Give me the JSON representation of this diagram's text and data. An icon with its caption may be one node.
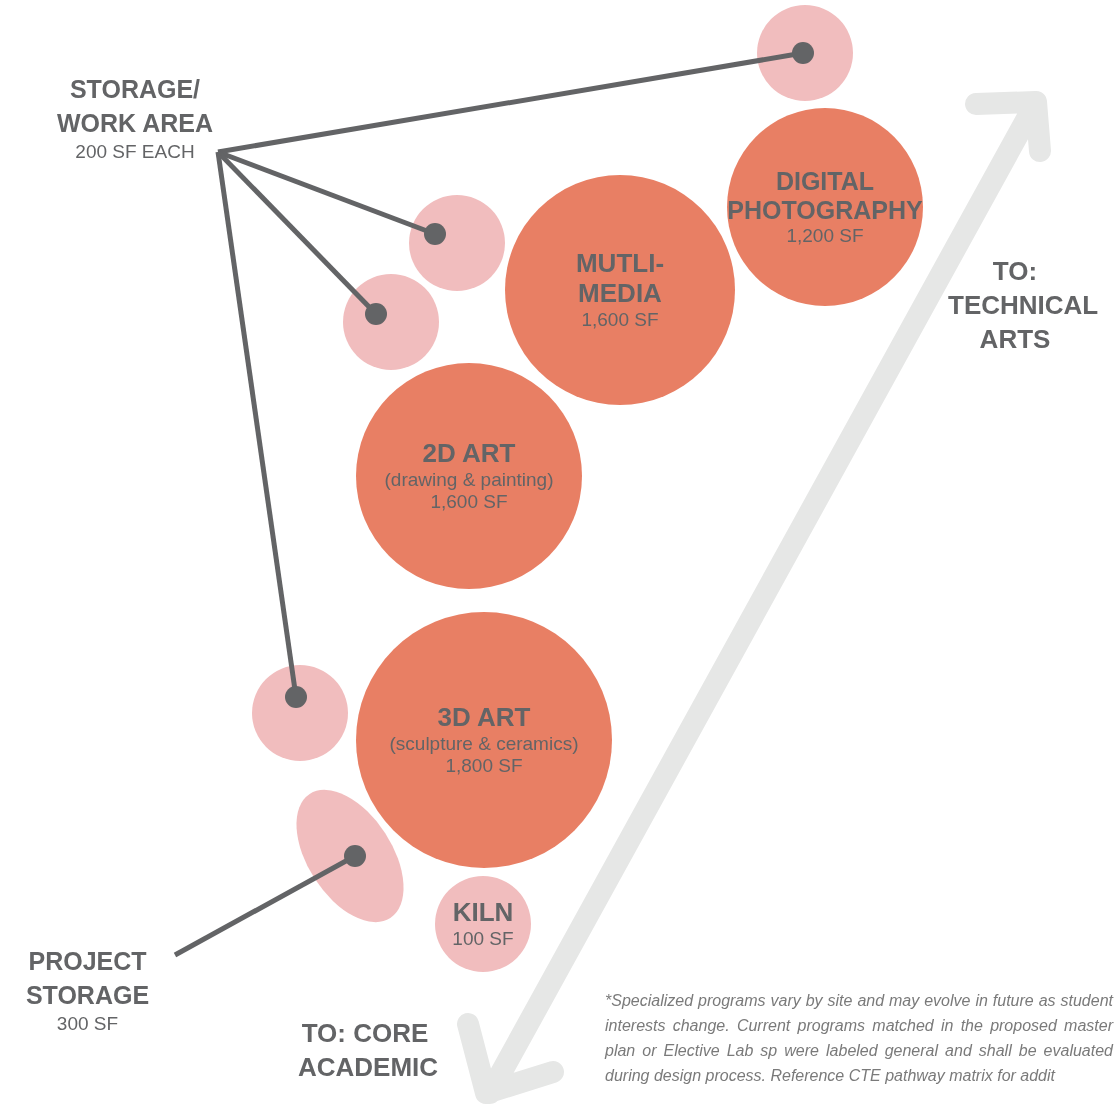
{
  "diagram": {
    "nodes": [
      {
        "text": [
          "STORAGE/ WORK AREA",
          "200 SF EACH"
        ]
      },
      {
        "text": [],
        "shape": "circle"
      },
      {
        "text": [
          "DIGITAL PHOTOGRAPHY",
          "1,200 SF"
        ]
      },
      {
        "text": [],
        "shape": "circle"
      },
      {
        "text": [
          "MUTLI- MEDIA",
          "1,600 SF"
        ]
      },
      {
        "text": [],
        "shape": "circle"
      },
      {
        "text": [
          "2D ART",
          "(drawing & painting)",
          "1,600 SF"
        ]
      },
      {
        "text": [],
        "shape": "circle"
      },
      {
        "text": [
          "3D ART",
          "(sculpture & ceramics)",
          "1,800 SF"
        ]
      },
      {
        "text": [],
        "shape": "ellipse"
      },
      {
        "text": [
          "KILN",
          "100 SF"
        ]
      },
      {
        "text": [
          "PROJECT STORAGE",
          "300 SF"
        ]
      }
    ],
    "edges": [
      {
        "from": 0,
        "to": 1,
        "arrow": "other"
      },
      {
        "from": 0,
        "to": 3,
        "arrow": "other"
      },
      {
        "from": 0,
        "to": 5,
        "arrow": "other"
      },
      {
        "from": 0,
        "to": 7,
        "arrow": "other"
      },
      {
        "from": 11,
        "to": 9,
        "arrow": "other"
      }
    ],
    "labels": [
      "TO: TECHNICAL ARTS",
      "TO: CORE ACADEMIC",
      "*Specialized programs vary by site and may evolve in future as student interests change. Current programs matched in the proposed master plan or Elective Lab sp were labeled general and shall be evaluated during design process. Reference CTE pathway matrix for addit"
    ]
  }
}
